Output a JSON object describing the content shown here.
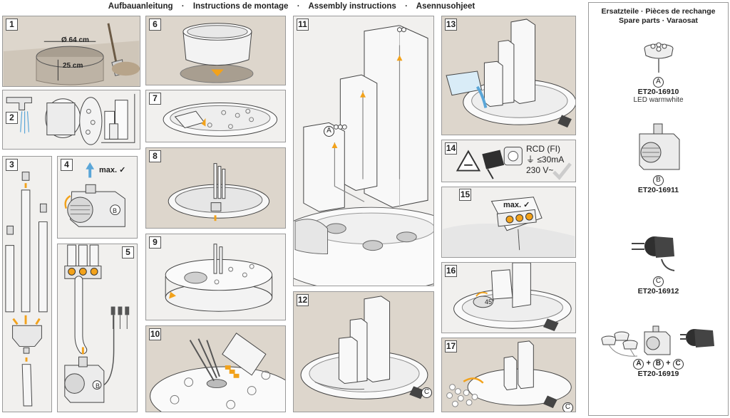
{
  "header": {
    "titles": [
      "Aufbauanleitung",
      "Instructions de montage",
      "Assembly instructions",
      "Asennusohjeet"
    ],
    "separator": "·"
  },
  "steps": {
    "s1": {
      "num": "1",
      "diameter": "Ø 64 cm",
      "depth": "25 cm"
    },
    "s2": {
      "num": "2"
    },
    "s3": {
      "num": "3"
    },
    "s4": {
      "num": "4",
      "max": "max.",
      "check": "✓",
      "part": "B"
    },
    "s5": {
      "num": "5",
      "part": "B"
    },
    "s6": {
      "num": "6"
    },
    "s7": {
      "num": "7"
    },
    "s8": {
      "num": "8"
    },
    "s9": {
      "num": "9"
    },
    "s10": {
      "num": "10"
    },
    "s11": {
      "num": "11",
      "part": "A"
    },
    "s12": {
      "num": "12",
      "part": "C"
    },
    "s13": {
      "num": "13"
    },
    "s14": {
      "num": "14",
      "rcd": "RCD (FI)",
      "current": "⏚ ≤30mA",
      "voltage": "230 V~",
      "check": "✓"
    },
    "s15": {
      "num": "15",
      "max": "max.",
      "check": "✓"
    },
    "s16": {
      "num": "16",
      "angle": "45°"
    },
    "s17": {
      "num": "17",
      "part": "C"
    }
  },
  "spares": {
    "title_lines": [
      "Ersatzteile · Pièces de rechange",
      "Spare parts · Varaosat"
    ],
    "items": [
      {
        "letter": "A",
        "code": "ET20-16910",
        "desc": "LED warmwhite",
        "icon": "led-cluster-icon"
      },
      {
        "letter": "B",
        "code": "ET20-16911",
        "desc": "",
        "icon": "pump-icon"
      },
      {
        "letter": "C",
        "code": "ET20-16912",
        "desc": "",
        "icon": "transformer-plug-icon"
      },
      {
        "combo": [
          "A",
          "+",
          "B",
          "+",
          "C"
        ],
        "code": "ET20-16919",
        "desc": "",
        "icon": "full-set-icon"
      }
    ]
  },
  "colors": {
    "accent_orange": "#f2a21b",
    "frame_gray": "#9a9a9a",
    "sand": "#ddd6cc",
    "arrow_blue": "#5aa6d8"
  }
}
